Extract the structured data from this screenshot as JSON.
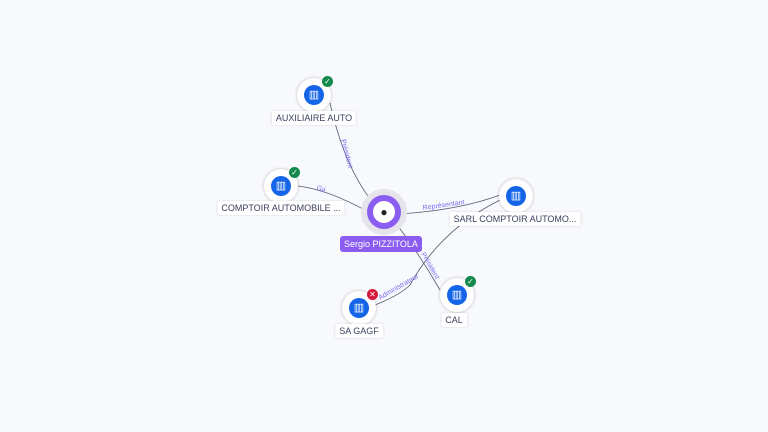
{
  "center": {
    "name": "Sergio PIZZITOLA",
    "icon": "person-icon"
  },
  "nodes": [
    {
      "label": "AUXILIAIRE AUTO",
      "status": "active"
    },
    {
      "label": "COMPTOIR AUTOMOBILE ...",
      "status": "active"
    },
    {
      "label": "SARL COMPTOIR AUTOMO...",
      "status": "none"
    },
    {
      "label": "SA GAGF",
      "status": "closed"
    },
    {
      "label": "CAL",
      "status": "active"
    }
  ],
  "edges": [
    "Président",
    "Gé",
    "Représentant",
    "Administrateur",
    "Président"
  ],
  "colors": {
    "accent": "#8a5cf0",
    "company": "#1565e8",
    "ok": "#138a4b",
    "ko": "#d6173d"
  }
}
